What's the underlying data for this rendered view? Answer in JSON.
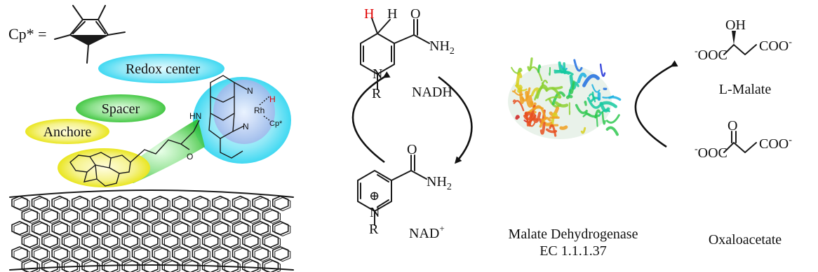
{
  "colors": {
    "redox_center": "#29d4f0",
    "spacer": "#3cc83c",
    "anchor": "#e8e800",
    "highlight_h": "#e00000",
    "text": "#111111"
  },
  "left_panel": {
    "cp_star_label": "Cp* =",
    "labels": {
      "redox_center": "Redox center",
      "spacer": "Spacer",
      "anchor": "Anchore"
    },
    "complex_atoms": {
      "n_top": "N",
      "n_bottom": "N",
      "rh": "Rh",
      "h": "H",
      "cp": "Cp*",
      "amide_n": "HN",
      "o": "O"
    }
  },
  "cofactors": {
    "nadh": {
      "name": "NADH",
      "h_red": "H",
      "h_black": "H",
      "o": "O",
      "nh2": "NH",
      "nh2_sub": "2",
      "n": "N",
      "r": "R"
    },
    "nad": {
      "name": "NAD",
      "name_sup": "+",
      "plus": "⊕",
      "o": "O",
      "nh2": "NH",
      "nh2_sub": "2",
      "n": "N",
      "r": "R"
    }
  },
  "enzyme": {
    "name": "Malate Dehydrogenase",
    "ec": "EC 1.1.1.37"
  },
  "substrates": {
    "malate": {
      "name": "L-Malate",
      "oh": "OH",
      "left_group": "OOC",
      "right_group": "COO",
      "minus": "-"
    },
    "oxaloacetate": {
      "name": "Oxaloacetate",
      "o": "O",
      "left_group": "OOC",
      "right_group": "COO",
      "minus": "-"
    }
  }
}
